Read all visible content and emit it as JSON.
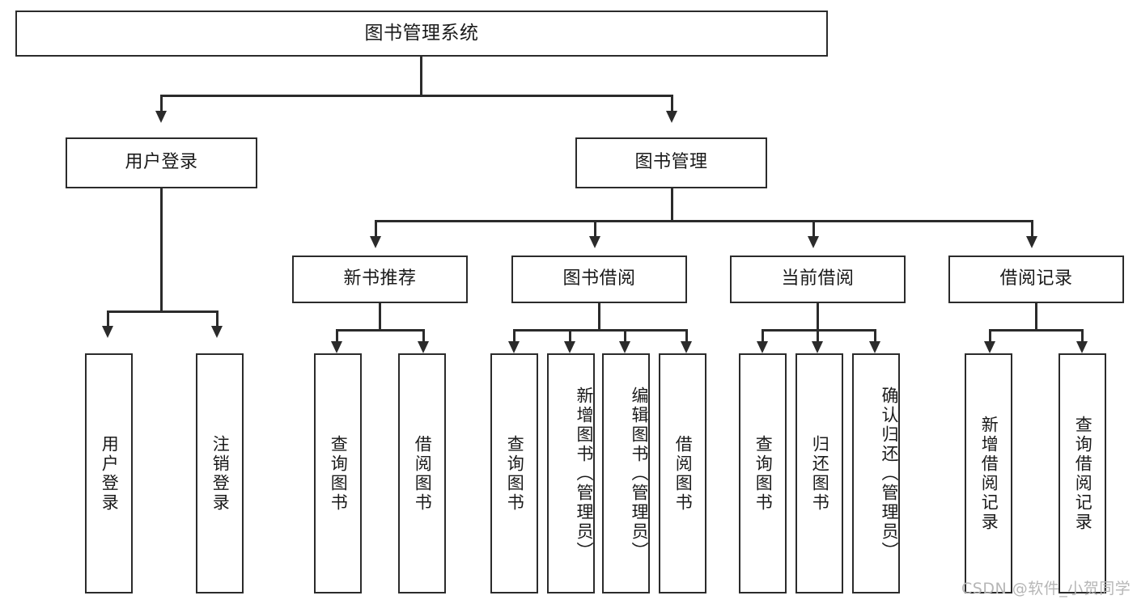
{
  "diagram": {
    "type": "tree",
    "title": "图书管理系统",
    "orientation": "top-down",
    "levels": 4
  },
  "root": {
    "label": "图书管理系统"
  },
  "level1": [
    {
      "label": "用户登录"
    },
    {
      "label": "图书管理"
    }
  ],
  "level2": [
    {
      "label": "新书推荐"
    },
    {
      "label": "图书借阅"
    },
    {
      "label": "当前借阅"
    },
    {
      "label": "借阅记录"
    }
  ],
  "leaves": {
    "user_login": [
      {
        "label": "用户登录"
      },
      {
        "label": "注销登录"
      }
    ],
    "new_book_recommend": [
      {
        "label": "查询图书"
      },
      {
        "label": "借阅图书"
      }
    ],
    "book_borrow": [
      {
        "label": "查询图书"
      },
      {
        "label": "新增图书（管理员）"
      },
      {
        "label": "编辑图书（管理员）"
      },
      {
        "label": "借阅图书"
      }
    ],
    "current_borrow": [
      {
        "label": "查询图书"
      },
      {
        "label": "归还图书"
      },
      {
        "label": "确认归还（管理员）"
      }
    ],
    "borrow_record": [
      {
        "label": "新增借阅记录"
      },
      {
        "label": "查询借阅记录"
      }
    ]
  },
  "watermark": {
    "text": "CSDN @软件_小贺同学"
  },
  "colors": {
    "stroke": "#2b2b2b",
    "fill": "#ffffff",
    "text": "#1a1a1a",
    "watermark": "#b6b6b6"
  }
}
